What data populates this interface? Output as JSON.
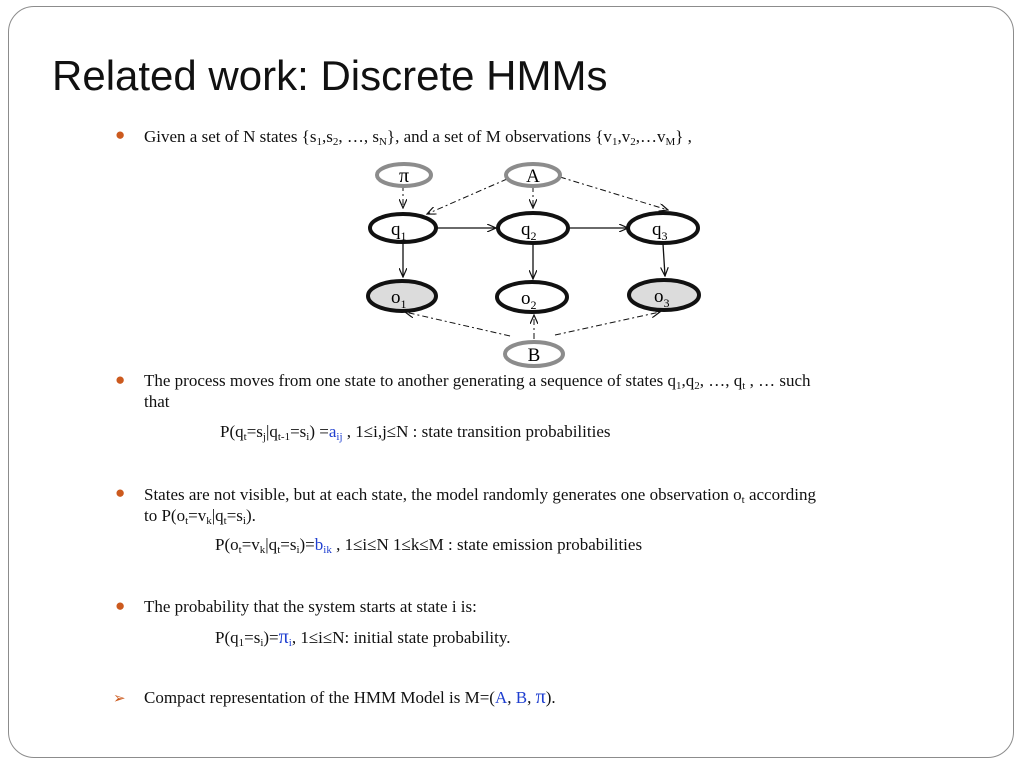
{
  "slide": {
    "title": "Related work: Discrete HMMs"
  },
  "bullet1": {
    "p1": "Given a set of N states {s",
    "s1": "1",
    "p2": ",s",
    "s2": "2",
    "p3": ", …, s",
    "sN": "N",
    "p4": "},  and a set of M observations {v",
    "v1": "1",
    "p5": ",v",
    "v2": "2",
    "p6": ",…v",
    "vM": "M",
    "p7": "} ,"
  },
  "diagram": {
    "pi": "π",
    "A": "A",
    "B": "B",
    "q": "q",
    "o": "o",
    "idx1": "1",
    "idx2": "2",
    "idx3": "3"
  },
  "bullet2": {
    "p1": "The process moves from one state to another generating a sequence of states q",
    "s1": "1",
    "p2": ",q",
    "s2": "2",
    "p3": ", …, q",
    "st": "t",
    "p4": " , … such",
    "line2": "that"
  },
  "formula1": {
    "p1": "P(q",
    "s1": "t",
    "p2": "=s",
    "s2": "j",
    "p3": "|q",
    "s3": "t-1",
    "p4": "=s",
    "s4": "i",
    "p5": ") =",
    "a": "a",
    "aij": "ij",
    "p6": " , 1≤i,j≤N : state transition probabilities"
  },
  "bullet3": {
    "p1": "States are not visible, but at each state, the model randomly generates one observation o",
    "s1": "t",
    "p2": " according",
    "p3": "to P(o",
    "s2": "t",
    "p4": "=v",
    "s3": "k",
    "p5": "|q",
    "s4": "t",
    "p6": "=s",
    "s5": "i",
    "p7": ")."
  },
  "formula2": {
    "p1": "P(o",
    "s1": "t",
    "p2": "=v",
    "s2": "k",
    "p3": "|q",
    "s3": "t",
    "p4": "=s",
    "s4": "i",
    "p5": ")=",
    "b": "b",
    "bik": "ik",
    "p6": " , 1≤i≤N 1≤k≤M : state emission probabilities"
  },
  "bullet4": {
    "text": "The probability that the system starts at state i is:"
  },
  "formula3": {
    "p1": "P(q",
    "s1": "1",
    "p2": "=s",
    "s2": "i",
    "p3": ")=",
    "pi": "π",
    "pis": "i",
    "p4": ", 1≤i≤N: initial state probability."
  },
  "bullet5": {
    "p1": "Compact representation of the HMM Model is M=(",
    "A": "A",
    "c1": ", ",
    "B": "B",
    "c2": ", ",
    "pi": "π",
    "p2": ")."
  },
  "colors": {
    "bullet": "#cc5a1e",
    "highlight": "#1f3fd0",
    "param_node_stroke": "#8c8c8c",
    "observation_fill": "#dcdcdc"
  }
}
